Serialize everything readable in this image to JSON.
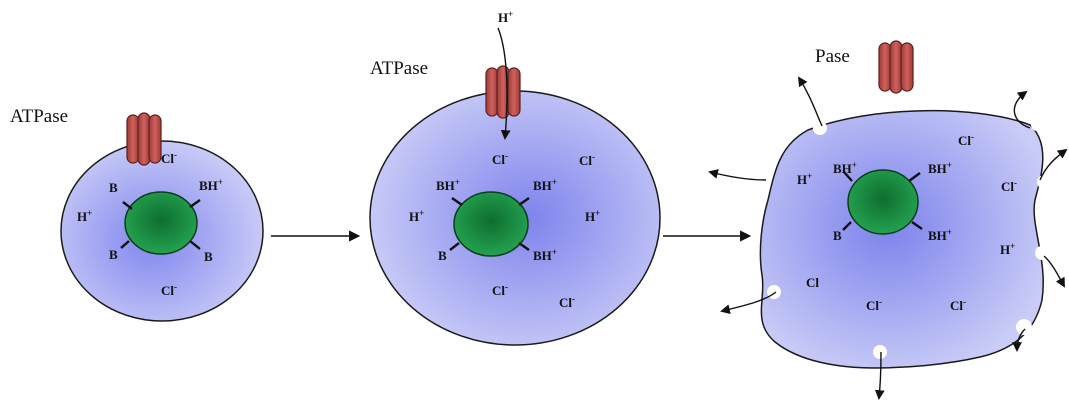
{
  "labels": {
    "atpase_1": "ATPase",
    "atpase_2": "ATPase",
    "atpase_3": "Pase"
  },
  "cell1": {
    "ions": [
      {
        "base": "Cl",
        "sup": "-"
      },
      {
        "base": "B",
        "sup": ""
      },
      {
        "base": "BH",
        "sup": "+"
      },
      {
        "base": "H",
        "sup": "+"
      },
      {
        "base": "B",
        "sup": ""
      },
      {
        "base": "B",
        "sup": ""
      },
      {
        "base": "Cl",
        "sup": "-"
      }
    ]
  },
  "cell2": {
    "incoming": {
      "base": "H",
      "sup": "+"
    },
    "ions": [
      {
        "base": "Cl",
        "sup": "-"
      },
      {
        "base": "Cl",
        "sup": "-"
      },
      {
        "base": "BH",
        "sup": "+"
      },
      {
        "base": "BH",
        "sup": "+"
      },
      {
        "base": "H",
        "sup": "+"
      },
      {
        "base": "H",
        "sup": "+"
      },
      {
        "base": "B",
        "sup": ""
      },
      {
        "base": "BH",
        "sup": "+"
      },
      {
        "base": "Cl",
        "sup": "-"
      },
      {
        "base": "Cl",
        "sup": "-"
      }
    ]
  },
  "cell3": {
    "ions": [
      {
        "base": "BH",
        "sup": "+"
      },
      {
        "base": "BH",
        "sup": "+"
      },
      {
        "base": "H",
        "sup": "+"
      },
      {
        "base": "B",
        "sup": ""
      },
      {
        "base": "BH",
        "sup": "+"
      },
      {
        "base": "Cl",
        "sup": "-"
      },
      {
        "base": "Cl",
        "sup": "-"
      },
      {
        "base": "H",
        "sup": "+"
      },
      {
        "base": "Cl",
        "sup": ""
      },
      {
        "base": "Cl",
        "sup": "-"
      },
      {
        "base": "Cl",
        "sup": "-"
      }
    ]
  },
  "colors": {
    "cytoplasm_center": "#8c8ff0",
    "cytoplasm_edge": "#c9cbf6",
    "nucleus": "#1f9a4a",
    "nucleus_dark": "#0c6a2c",
    "pump": "#c0504d",
    "pump_dark": "#7a2a28"
  }
}
